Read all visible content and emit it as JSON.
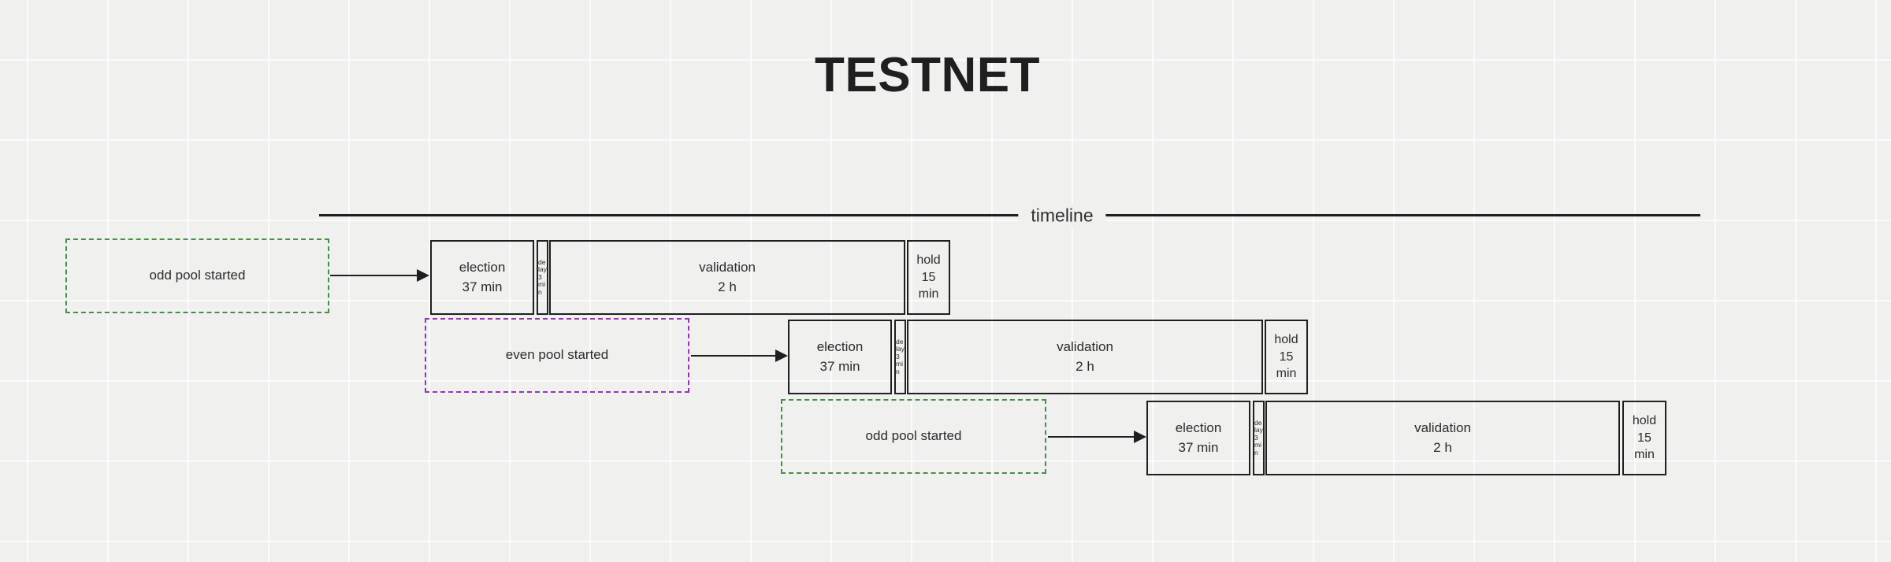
{
  "title": "TESTNET",
  "timeline": {
    "label": "timeline"
  },
  "colors": {
    "green": "#449044",
    "purple": "#9c2fc0",
    "ink": "#1f1f1f",
    "background": "#f0f0ef"
  },
  "rows": [
    {
      "trigger": {
        "label": "odd pool started",
        "color": "green"
      },
      "phases": {
        "election": {
          "line1": "election",
          "line2": "37 min"
        },
        "delay": {
          "text": "delay 3 min"
        },
        "validation": {
          "line1": "validation",
          "line2": "2 h"
        },
        "hold": {
          "line1": "hold",
          "line2": "15",
          "line3": "min"
        }
      }
    },
    {
      "trigger": {
        "label": "even pool started",
        "color": "purple"
      },
      "phases": {
        "election": {
          "line1": "election",
          "line2": "37 min"
        },
        "delay": {
          "text": "delay 3 min"
        },
        "validation": {
          "line1": "validation",
          "line2": "2 h"
        },
        "hold": {
          "line1": "hold",
          "line2": "15",
          "line3": "min"
        }
      }
    },
    {
      "trigger": {
        "label": "odd pool started",
        "color": "green"
      },
      "phases": {
        "election": {
          "line1": "election",
          "line2": "37 min"
        },
        "delay": {
          "text": "delay 3 min"
        },
        "validation": {
          "line1": "validation",
          "line2": "2 h"
        },
        "hold": {
          "line1": "hold",
          "line2": "15",
          "line3": "min"
        }
      }
    }
  ]
}
